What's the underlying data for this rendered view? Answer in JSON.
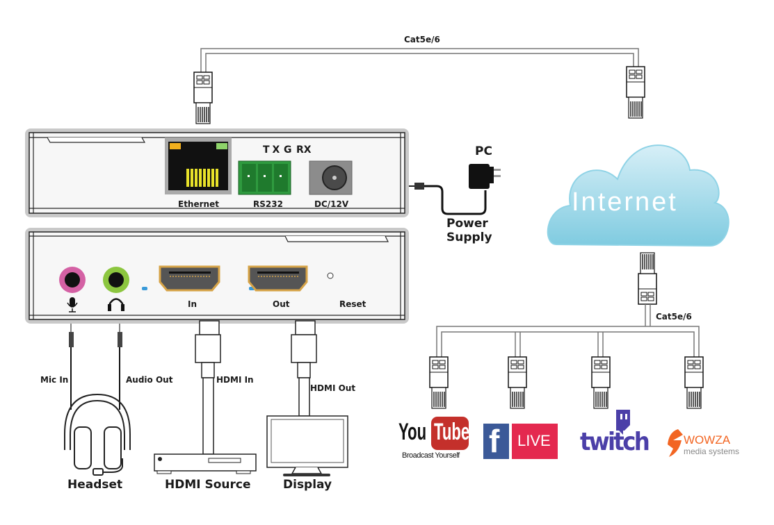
{
  "cables": {
    "top_cable_label": "Cat5e/6",
    "distribution_cable_label": "Cat5e/6"
  },
  "device_top_panel": {
    "ports": [
      {
        "label": "Ethernet"
      },
      {
        "label": "RS232",
        "pins": [
          "TX",
          "G",
          "RX"
        ]
      },
      {
        "label": "DC/12V"
      }
    ]
  },
  "device_bottom_panel": {
    "ports": [
      {
        "label": "In"
      },
      {
        "label": "Out"
      },
      {
        "label": "Reset"
      }
    ],
    "icons": [
      "microphone",
      "headphones"
    ]
  },
  "power": {
    "title": "PC",
    "caption_line1": "Power",
    "caption_line2": "Supply"
  },
  "cloud": {
    "label": "Internet",
    "color": "#8fd3e6"
  },
  "peripherals": {
    "mic_in": "Mic In",
    "audio_out": "Audio Out",
    "hdmi_in": "HDMI In",
    "hdmi_out": "HDMI Out",
    "headset": "Headset",
    "hdmi_source": "HDMI Source",
    "display": "Display"
  },
  "platforms": [
    {
      "name": "youtube",
      "word1": "You",
      "word2": "Tube",
      "tagline": "Broadcast Yourself",
      "color": "#c4302b"
    },
    {
      "name": "facebook-live",
      "letter": "f",
      "word": "LIVE",
      "color_fb": "#3b5998",
      "color_live": "#e4294f"
    },
    {
      "name": "twitch",
      "word": "twitch",
      "color": "#4b3fa8"
    },
    {
      "name": "wowza",
      "word": "WOWZA",
      "tagline": "media systems",
      "color": "#f26522"
    }
  ]
}
